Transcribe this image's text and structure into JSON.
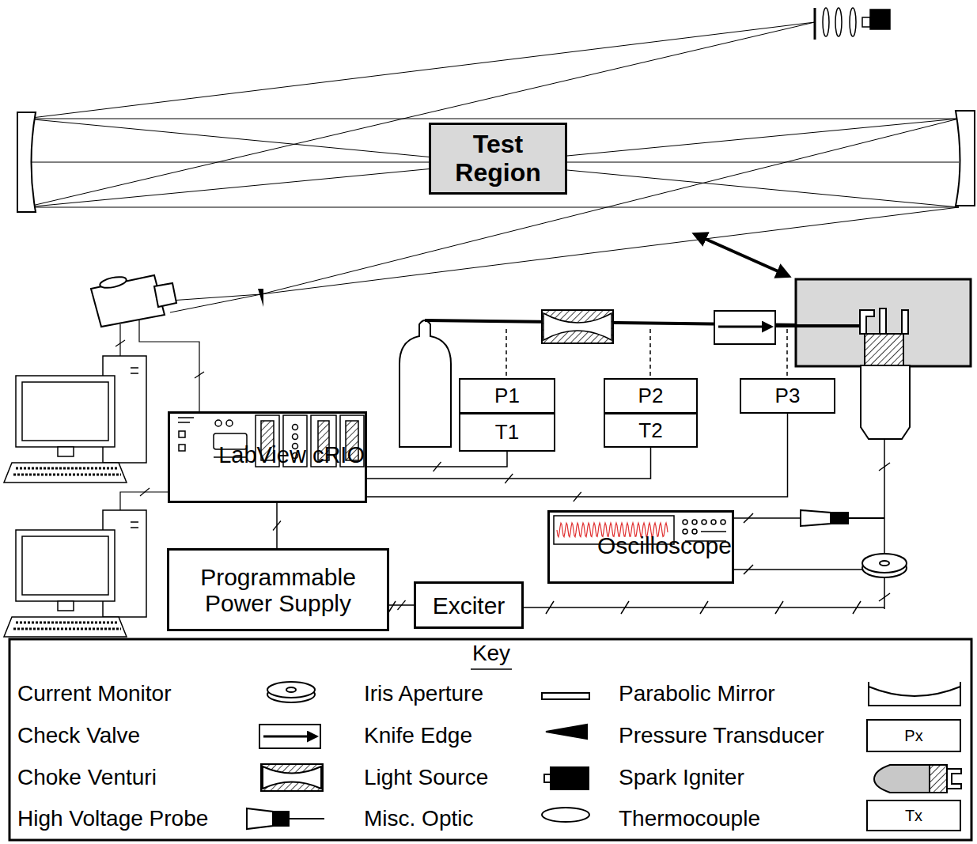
{
  "diagram": {
    "nodes": [
      {
        "text": [
          "Test Region"
        ]
      },
      {
        "text": [
          "P1"
        ]
      },
      {
        "text": [
          "T1"
        ]
      },
      {
        "text": [
          "P2"
        ]
      },
      {
        "text": [
          "T2"
        ]
      },
      {
        "text": [
          "P3"
        ]
      },
      {
        "text": [
          "LabView cRIO"
        ]
      },
      {
        "text": [
          "Programmable Power Supply"
        ]
      },
      {
        "text": [
          "Exciter"
        ]
      },
      {
        "text": [
          "Oscilloscope"
        ]
      }
    ],
    "edges": [
      {
        "from": 6,
        "to": 2,
        "arrow": "none"
      },
      {
        "from": 6,
        "to": 4,
        "arrow": "none"
      },
      {
        "from": 6,
        "to": 5,
        "arrow": "none"
      },
      {
        "from": 6,
        "to": 7,
        "arrow": "none"
      },
      {
        "from": 7,
        "to": 8,
        "arrow": "none"
      }
    ],
    "labels": [
      "Key",
      "Px",
      "Tx"
    ],
    "legend": [
      {
        "text": "Current Monitor"
      },
      {
        "text": "Iris Aperture"
      },
      {
        "text": "Parabolic Mirror"
      },
      {
        "text": "Check Valve"
      },
      {
        "text": "Knife Edge"
      },
      {
        "text": "Pressure Transducer"
      },
      {
        "text": "Choke Venturi"
      },
      {
        "text": "Light Source"
      },
      {
        "text": "Spark Igniter"
      },
      {
        "text": "High Voltage Probe"
      },
      {
        "text": "Misc. Optic"
      },
      {
        "text": "Thermocouple"
      }
    ]
  }
}
